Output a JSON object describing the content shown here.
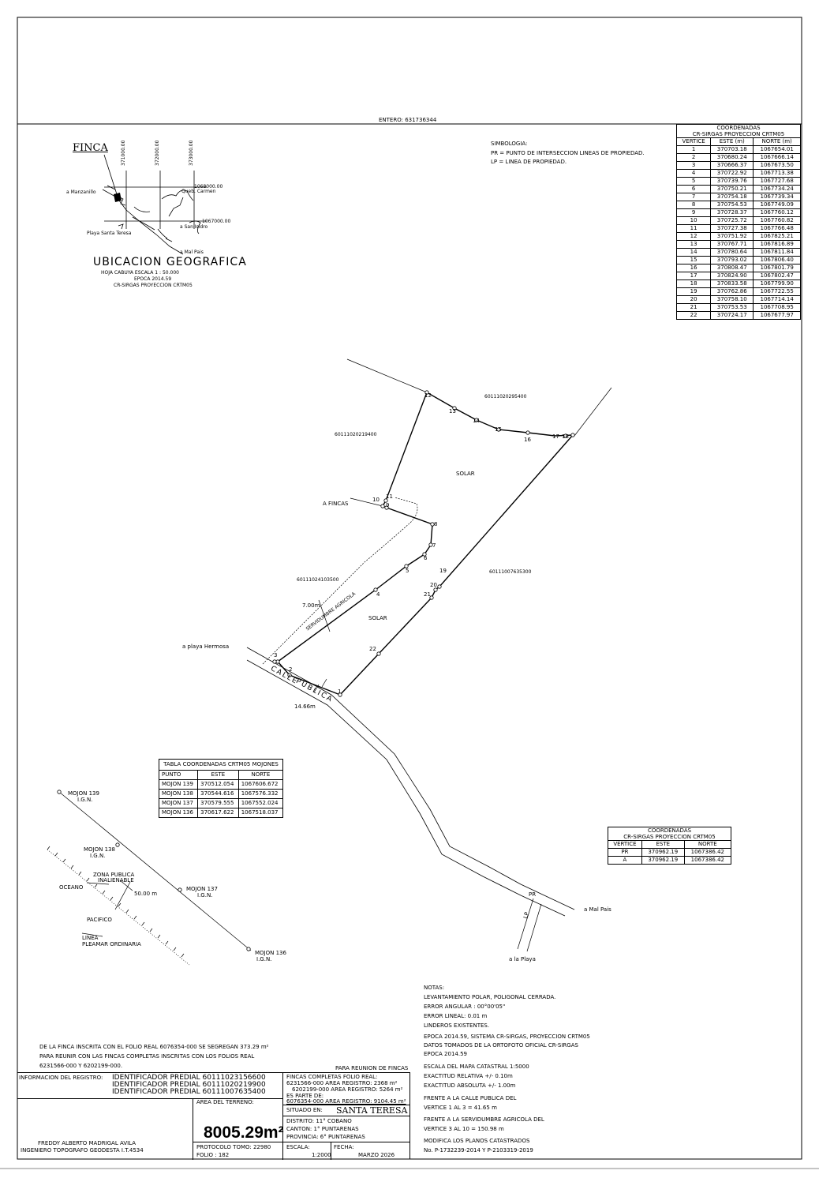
{
  "entero": "ENTERO: 631736344",
  "coord_table": {
    "title1": "COORDENADAS",
    "title2": "CR-SIRGAS PROYECCION CRTM05",
    "headers": [
      "VERTICE",
      "ESTE (m)",
      "NORTE (m)"
    ],
    "rows": [
      [
        "1",
        "370703.18",
        "1067654.01"
      ],
      [
        "2",
        "370680.24",
        "1067666.14"
      ],
      [
        "3",
        "370666.37",
        "1067673.50"
      ],
      [
        "4",
        "370722.92",
        "1067713.38"
      ],
      [
        "5",
        "370739.76",
        "1067727.68"
      ],
      [
        "6",
        "370750.21",
        "1067734.24"
      ],
      [
        "7",
        "370754.18",
        "1067739.34"
      ],
      [
        "8",
        "370754.53",
        "1067749.09"
      ],
      [
        "9",
        "370728.37",
        "1067760.12"
      ],
      [
        "10",
        "370725.72",
        "1067760.82"
      ],
      [
        "11",
        "370727.38",
        "1067766.48"
      ],
      [
        "12",
        "370751.92",
        "1067825.21"
      ],
      [
        "13",
        "370767.71",
        "1067816.89"
      ],
      [
        "14",
        "370780.64",
        "1067811.84"
      ],
      [
        "15",
        "370793.02",
        "1067806.40"
      ],
      [
        "16",
        "370808.47",
        "1067801.79"
      ],
      [
        "17",
        "370824.90",
        "1067802.47"
      ],
      [
        "18",
        "370833.58",
        "1067799.90"
      ],
      [
        "19",
        "370762.86",
        "1067722.55"
      ],
      [
        "20",
        "370758.10",
        "1067714.14"
      ],
      [
        "21",
        "370753.53",
        "1067708.95"
      ],
      [
        "22",
        "370724.17",
        "1067677.97"
      ]
    ]
  },
  "simbologia": {
    "title": "SIMBOLOGIA:",
    "lines": [
      "PR = PUNTO DE INTERSECCION LINEAS DE PROPIEDAD.",
      "LP = LINEA DE PROPIEDAD."
    ]
  },
  "location_map": {
    "finca": "FINCA",
    "grid_x": [
      "371000.00",
      "372000.00",
      "373000.00"
    ],
    "grid_y": [
      "1068000.00",
      "1067000.00"
    ],
    "places": {
      "manzanillo": "a Manzanillo",
      "queb_carmen": "Queb. Carmen",
      "san_isidro": "a San Isidro",
      "playa_santa_teresa": "Playa Santa Teresa",
      "mal_pais": "a Mal Pais"
    },
    "title": "UBICACION GEOGRAFICA",
    "sub1": "HOJA CABUYA        ESCALA   1 : 50.000",
    "sub2": "EPOCA 2014.59",
    "sub3": "CR-SIRGAS PROYECCION CRTM05"
  },
  "parcel": {
    "vertices": [
      "1",
      "2",
      "3",
      "4",
      "5",
      "6",
      "7",
      "8",
      "9",
      "10",
      "11",
      "12",
      "13",
      "14",
      "15",
      "16",
      "17",
      "18",
      "19",
      "20",
      "21",
      "22"
    ],
    "labels": {
      "n1": "60111020295400",
      "n2": "60111020219400",
      "n3": "60111024103500",
      "n4": "60111007635300",
      "solar1": "SOLAR",
      "solar2": "SOLAR",
      "a_fincas": "A FINCAS",
      "playa_hermosa": "a playa Hermosa",
      "servidumbre": "SERVIDUMBRE AGRICOLA",
      "width_serv": "7.00m",
      "calle": "CALLE",
      "publica": "PUBLICA",
      "width_calle": "14.66m"
    }
  },
  "mojones_table": {
    "title": "TABLA COORDENADAS CRTM05 MOJONES",
    "headers": [
      "PUNTO",
      "ESTE",
      "NORTE"
    ],
    "rows": [
      [
        "MOJON 139",
        "370512.054",
        "1067606.672"
      ],
      [
        "MOJON 138",
        "370544.616",
        "1067576.332"
      ],
      [
        "MOJON 137",
        "370579.555",
        "1067552.024"
      ],
      [
        "MOJON 136",
        "370617.622",
        "1067518.037"
      ]
    ]
  },
  "coast": {
    "m139": "MOJON 139",
    "m138": "MOJON 138",
    "m137": "MOJON 137",
    "m136": "MOJON 136",
    "ign": "I.G.N.",
    "zona1": "ZONA PUBLICA",
    "zona2": "INALIENABLE",
    "oceano": "OCEANO",
    "pacifico": "PACIFICO",
    "dist": "50.00 m",
    "linea": "LINEA",
    "pleamar": "PLEAMAR ORDINARIA"
  },
  "pr_table": {
    "title1": "COORDENADAS",
    "title2": "CR-SIRGAS PROYECCION CRTM05",
    "headers": [
      "VERTICE",
      "ESTE",
      "NORTE"
    ],
    "rows": [
      [
        "PR",
        "370962.19",
        "1067386.42"
      ],
      [
        "A",
        "370962.19",
        "1067386.42"
      ]
    ]
  },
  "road_labels": {
    "pr": "PR",
    "lp": "LP",
    "mal_pais": "a Mal Pais",
    "la_playa": "a la Playa"
  },
  "notas": {
    "title": "NOTAS:",
    "lines": [
      "LEVANTAMIENTO POLAR, POLIGONAL CERRADA.",
      "ERROR ANGULAR : 00°00'05\"",
      "ERROR LINEAL: 0.01 m",
      "LINDEROS EXISTENTES.",
      "EPOCA 2014.59, SISTEMA CR-SIRGAS, PROYECCION CRTM05",
      "DATOS TOMADOS DE LA ORTOFOTO OFICIAL CR-SIRGAS",
      "EPOCA 2014.59",
      "ESCALA DEL MAPA CATASTRAL 1:5000",
      "EXACTITUD RELATIVA +/- 0.10m",
      "EXACTITUD ABSOLUTA +/- 1.00m",
      "FRENTE A LA CALLE PUBLICA DEL",
      "VERTICE 1 AL 3 = 41.65 m",
      "FRENTE A LA SERVIDUMBRE AGRICOLA DEL",
      "VERTICE 3 AL 10 = 150.98 m",
      "MODIFICA LOS PLANOS CATASTRADOS",
      "No. P-1732239-2014 Y P-2103319-2019"
    ]
  },
  "segregation": {
    "line1": "DE LA FINCA INSCRITA CON EL FOLIO REAL 6076354-000 SE SEGREGAN 373.29 m²",
    "line2": "PARA REUNIR CON LAS FINCAS COMPLETAS INSCRITAS CON LOS FOLIOS REAL",
    "line3": "6231566-000 Y 6202199-000.",
    "reunion": "PARA REUNION DE FINCAS"
  },
  "title_block": {
    "info_label": "INFORMACION DEL REGISTRO:",
    "ident": [
      "IDENTIFICADOR PREDIAL 60111023156600",
      "IDENTIFICADOR PREDIAL 60111020219900",
      "IDENTIFICADOR PREDIAL 60111007635400"
    ],
    "fincas1": "FINCAS COMPLETAS FOLIO REAL:",
    "fincas2": "6231566-000   AREA REGISTRO:   2368 m²",
    "fincas3": "6202199-000 AREA REGISTRO: 5264 m²",
    "es_parte": "ES PARTE DE:",
    "es_parte2": "6076354-000 AREA REGISTRO: 9104.45 m²",
    "area_label": "AREA DEL TERRENO:",
    "area_value": "8005.29m²",
    "situado_label": "SITUADO EN:",
    "situado_value": "SANTA TERESA",
    "distrito": "DISTRITO:     11°  COBANO",
    "canton": "CANTON:     1°  PUNTARENAS",
    "provincia": "PROVINCIA:   6°  PUNTARENAS",
    "protocolo": "PROTOCOLO   TOMO: 22980",
    "folio": "FOLIO : 182",
    "escala_label": "ESCALA:",
    "escala_value": "1:2000",
    "fecha_label": "FECHA:",
    "fecha_value": "MARZO 2026",
    "author1": "FREDDY ALBERTO MADRIGAL AVILA",
    "author2": "INGENIERO TOPOGRAFO GEODESTA I.T.4534"
  }
}
